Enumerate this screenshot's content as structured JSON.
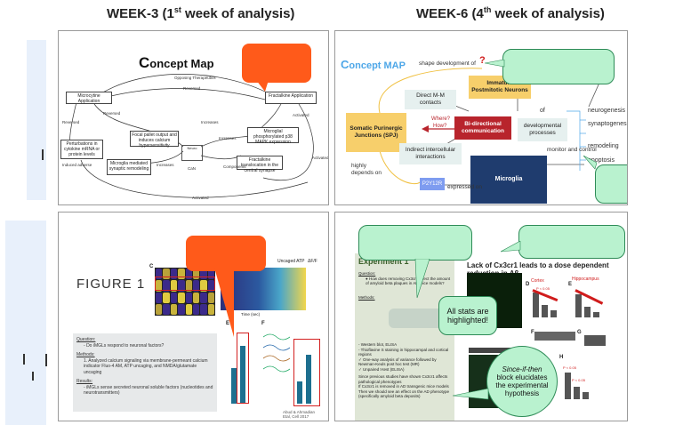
{
  "headers": {
    "week3": "WEEK-3 (1",
    "week3_sup": "st",
    "week3_rest": " week of analysis)",
    "week6": "WEEK-6 (4",
    "week6_sup": "th",
    "week6_rest": " week of analysis)"
  },
  "panel1": {
    "title_initial": "C",
    "title_rest": "oncept Map",
    "boxes": [
      "Microcytine Application",
      "Fractalkine Application",
      "Focal pallet output and induces calcium hypersensitivity",
      "Microglial phosphorylated p38 MAPK expression",
      "Perturbations in cytokine mRNA or protein levels",
      "Microglia mediated synaptic remodeling",
      "Neuro",
      "CaN",
      "Fractalkine translocation in the central synapse"
    ],
    "labels": [
      "Opposing Therapeutics",
      "Reversed",
      "Reversed",
      "Reversed",
      "Activated",
      "Increases",
      "Increases",
      "Increases",
      "Activated",
      "Components",
      "Induced adverse",
      "Activated"
    ]
  },
  "panel2": {
    "title_initial": "C",
    "title_rest": "oncept MAP",
    "shape_text": "shape development of",
    "question_mark": "?",
    "boxes": {
      "immature": "Immature Postmitotic Neurons",
      "direct": "Direct M-M contacts",
      "bidirectional": "Bi-directional communication",
      "somatic": "Somatic Purinergic Junctions (SPJ)",
      "indirect": "Indirect intercellular interactions",
      "developmental": "developmental processes",
      "microglia": "Microglia",
      "p2y12r": "P2Y12R"
    },
    "where": "Where?",
    "how": "How?",
    "of_label": "of",
    "monitor": "monitor and control",
    "highly": "highly",
    "depends_on": "depends on",
    "expressed_on": "expressed on",
    "processes": [
      "neurogenesis",
      "synaptogenesis",
      "remodeling",
      "apoptosis"
    ]
  },
  "panel3": {
    "figure_title": "FIGURE 1",
    "question_head": "Question:",
    "question": "Do iMGLs respond to neuronal factors?",
    "methods_head": "Methods:",
    "methods": "Analyzed calcium signaling via membrane-permeant calcium indicator Fluo-4 AM, ATP uncaging, and NMDA/glutamate uncaging",
    "results_head": "Results:",
    "results": "iMGLs sense secreted neuronal soluble factors (nucleotides and neurotransmitters)",
    "caption": "Abud & Ahmadian\nEtal, Cell 2017",
    "chart_labels": {
      "c": "C",
      "e": "E",
      "f": "F",
      "time_axis": "Time (sec)",
      "uncaged_atp": "Uncaged ATP",
      "df": "ΔF/F"
    }
  },
  "panel4": {
    "experiment_title": "Experiment 1",
    "question_head": "Question:",
    "question": "How does removing Cx3cr1 affect the amount of amyloid beta plaques in AD mice models?",
    "methods_head": "Methods:",
    "bullets": [
      "Western blot, ELISA",
      "Thioflavine S staining in hippocampal and cortical regions",
      "One-way analysis of variance followed by Newman-Keuls post hoc test (MR)",
      "Unpaired t-test (ELISA)"
    ],
    "since_text": "Since previous studies have shown Cx3cr1 affects pathological phenotypes",
    "if_text": "If Cx3cr1 is removed in AD transgenic mice models",
    "then_text": "Then we should see an effect on the AD phenotype (specifically amyloid beta deposits)",
    "right_title": "Lack of Cx3cr1 leads to a dose dependent reduction in Aβ",
    "callout_stats": "All stats are highlighted!",
    "callout_since_1": "Since-if-then",
    "callout_since_2": "block elucidates the experimental hypothesis",
    "cortex": "Cortex",
    "hippocampus": "Hippocampus",
    "pvals": [
      "P < 0.05",
      "P < 0.05",
      "P < 0.05"
    ],
    "panel_letters": [
      "D",
      "E",
      "F",
      "G",
      "H"
    ]
  },
  "colors": {
    "callout_green": "#b9f2cf",
    "callout_orange": "#ff5a1a",
    "immature_box": "#f7cf6b",
    "bidirectional_box": "#b8242c",
    "microglia_box": "#1f3c6e",
    "p2y12r_box": "#7e9cf0",
    "concept_title": "#4ea7e8"
  }
}
